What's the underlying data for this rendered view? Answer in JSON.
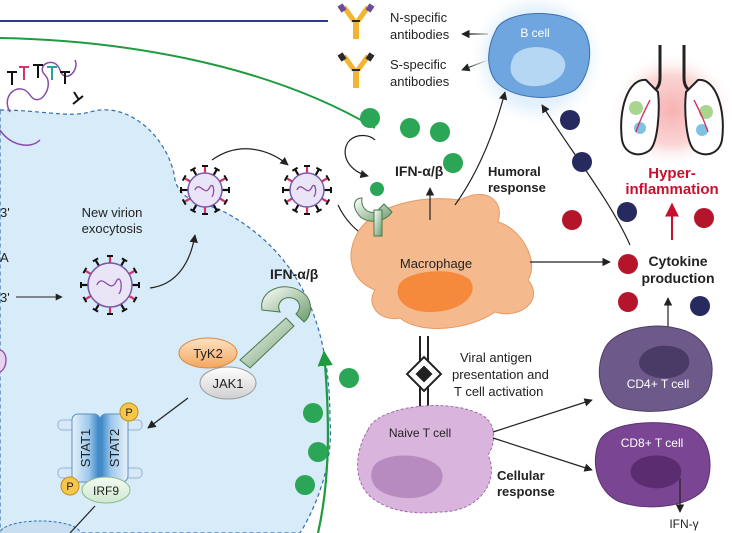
{
  "antibodies": {
    "n_line1": "N-specific",
    "n_line2": "antibodies",
    "s_line1": "S-specific",
    "s_line2": "antibodies"
  },
  "cells": {
    "b_cell": "B cell",
    "macrophage": "Macrophage",
    "naive_t_cell": "Naive T cell",
    "cd4": "CD4+ T cell",
    "cd8": "CD8+ T cell"
  },
  "host_cell": {
    "exocytosis_line1": "New virion",
    "exocytosis_line2": "exocytosis",
    "fragment_1": "3'",
    "fragment_2": "A",
    "fragment_3": "3'"
  },
  "signaling": {
    "tyk2": "TyK2",
    "jak1": "JAK1",
    "stat1": "STAT1",
    "stat2": "STAT2",
    "irf9": "IRF9",
    "p": "P",
    "ifn_receptor_label": "IFN-α/β",
    "ifn_macrophage_label": "IFN-α/β"
  },
  "responses": {
    "humoral_line1": "Humoral",
    "humoral_line2": "response",
    "cellular_line1": "Cellular",
    "cellular_line2": "response",
    "antigen_line1": "Viral antigen",
    "antigen_line2": "presentation and",
    "antigen_line3": "T cell activation",
    "cytokine_line1": "Cytokine",
    "cytokine_line2": "production",
    "hyper_line1": "Hyper-",
    "hyper_line2": "inflammation",
    "ifn_gamma": "IFN-γ"
  },
  "colors": {
    "cell_blue": "#d8ebf8",
    "macrophage": "#f4b98c",
    "nucleus_orange": "#f58a3c",
    "ifn_green": "#2aa656",
    "tcell_purple": "#d9b5dd",
    "cd4": "#6e5a8a",
    "cd8": "#7a4592",
    "cytokine_red": "#b5152b",
    "cytokine_navy": "#262a5e"
  }
}
